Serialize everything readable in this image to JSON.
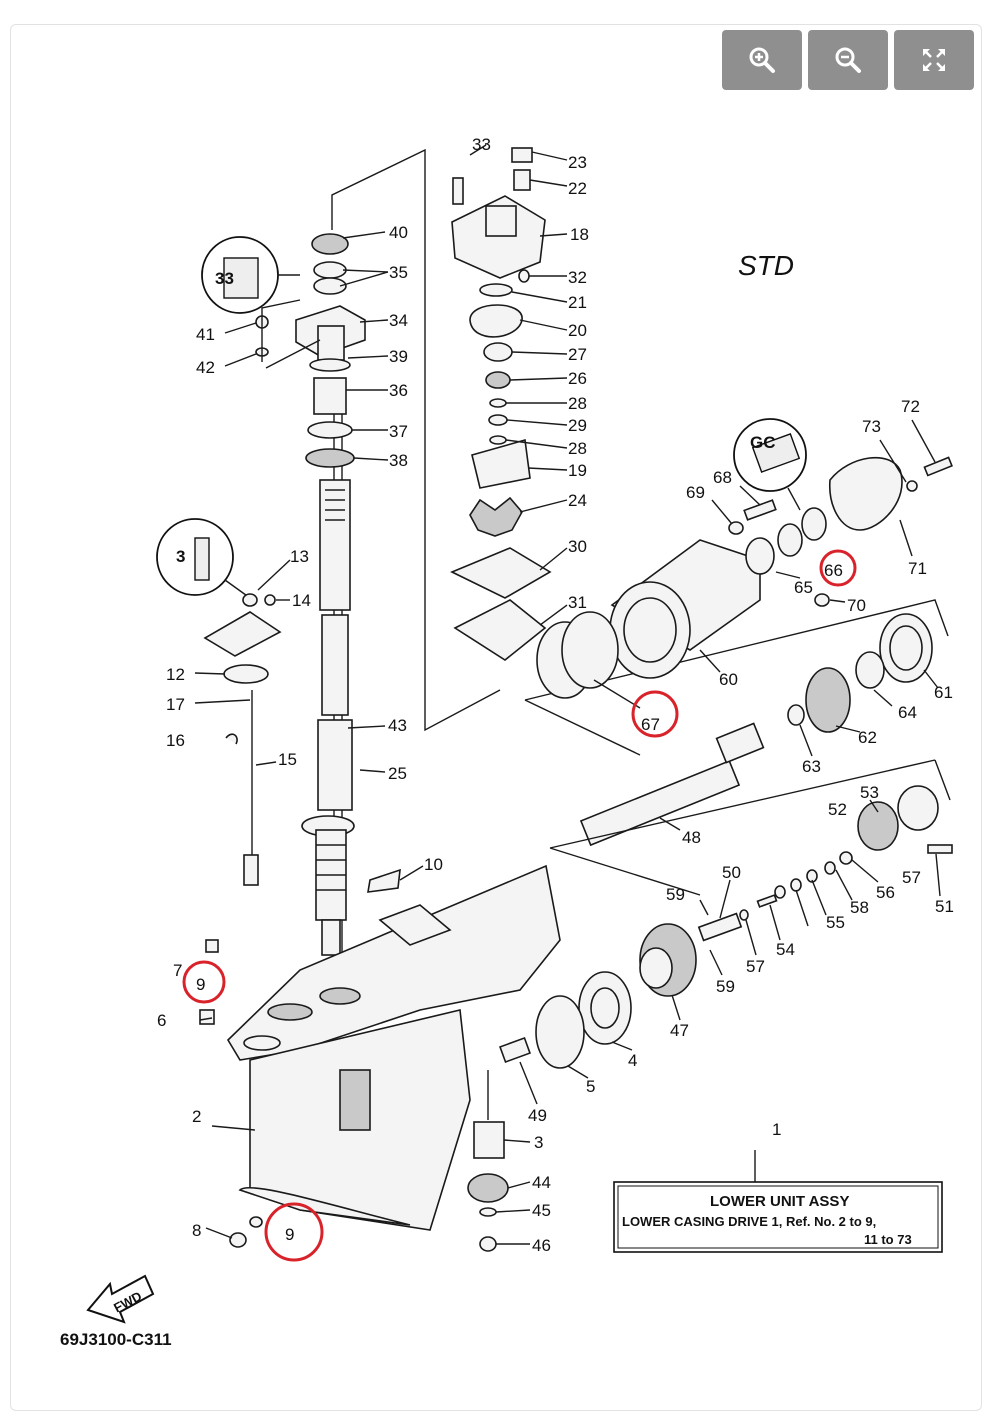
{
  "toolbar": {
    "zoom_in_icon": "zoom-in-icon",
    "zoom_out_icon": "zoom-out-icon",
    "fullscreen_icon": "fullscreen-icon"
  },
  "diagram": {
    "variant": "STD",
    "drawing_code": "69J3100-C311",
    "fwd": "FWD",
    "legend": {
      "number": "1",
      "title": "LOWER  UNIT ASSY",
      "line2": "LOWER CASING DRIVE 1, Ref. No. 2 to  9,",
      "line3": "11 to 73"
    },
    "labels": [
      "33",
      "23",
      "22",
      "18",
      "32",
      "21",
      "20",
      "27",
      "26",
      "28",
      "29",
      "28",
      "19",
      "24",
      "30",
      "31",
      "40",
      "35",
      "34",
      "39",
      "36",
      "37",
      "38",
      "41",
      "42",
      "13",
      "14",
      "12",
      "17",
      "16",
      "15",
      "43",
      "25",
      "10",
      "7",
      "9",
      "6",
      "2",
      "8",
      "9",
      "72",
      "73",
      "68",
      "69",
      "71",
      "66",
      "65",
      "70",
      "60",
      "61",
      "64",
      "67",
      "62",
      "63",
      "53",
      "52",
      "57",
      "51",
      "56",
      "58",
      "55",
      "54",
      "57",
      "48",
      "59",
      "50",
      "59",
      "47",
      "4",
      "5",
      "49",
      "3",
      "44",
      "45",
      "46"
    ],
    "highlight_color": "#d8232a"
  }
}
